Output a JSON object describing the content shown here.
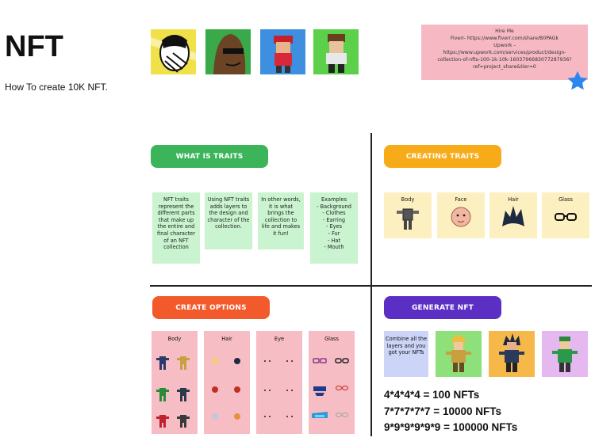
{
  "header": {
    "title": "NFT",
    "subtitle": "How To create 10K NFT."
  },
  "hire": {
    "lines": [
      "Hire Me",
      "Fiverr- https://www.fiverr.com/share/B0PAGk",
      "Upwork -",
      "https://www.upwork.com/services/product/design-",
      "collection-of-nfts-100-1k-10k-1603796683077287936?",
      "ref=project_share&tier=0"
    ]
  },
  "sections": {
    "what": {
      "title": "WHAT IS TRAITS",
      "notes": [
        "NFT traits represent the different parts that make up the entire and final character of an NFT collection",
        "Using NFT traits adds layers to the design and character of the collection.",
        "In other words, it is what brings the collection to life and makes it fun!",
        "Examples\n- Background\n- Clothes\n- Earring\n- Eyes\n- Fur\n- Hat\n- Mouth"
      ]
    },
    "creating": {
      "title": "CREATING TRAITS",
      "cards": [
        "Body",
        "Face",
        "Hair",
        "Glass"
      ]
    },
    "options": {
      "title": "CREATE OPTIONS",
      "columns": [
        "Body",
        "Hair",
        "Eye",
        "Glass"
      ]
    },
    "generate": {
      "title": "GENERATE NFT",
      "note": "Combine all the layers and you got your NFTs",
      "math": [
        "4*4*4*4 = 100 NFTs",
        "7*7*7*7*7 = 10000 NFTs",
        "9*9*9*9*9*9 = 100000 NFTs"
      ]
    }
  },
  "colors": {
    "green": "#3cb55a",
    "orange": "#f7ab19",
    "red": "#f25a2b",
    "purple": "#5b2fc4",
    "note_green": "#c9f4cf",
    "card_yellow": "#fdf0c0",
    "col_pink": "#f7bdc4",
    "hire_pink": "#f6b9c4",
    "star_blue": "#2b86f0"
  }
}
